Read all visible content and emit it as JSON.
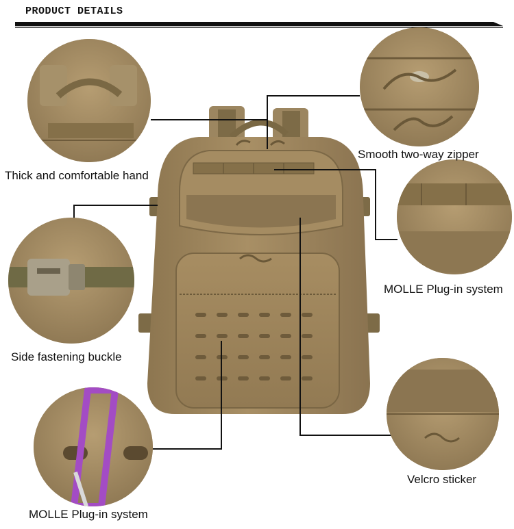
{
  "header": {
    "title": "PRODUCT DETAILS"
  },
  "callouts": {
    "handle": "Thick and comfortable hand",
    "zipper": "Smooth two-way zipper",
    "molle_right": "MOLLE Plug-in system",
    "buckle": "Side fastening buckle",
    "velcro": "Velcro sticker",
    "molle_left": "MOLLE Plug-in system"
  }
}
